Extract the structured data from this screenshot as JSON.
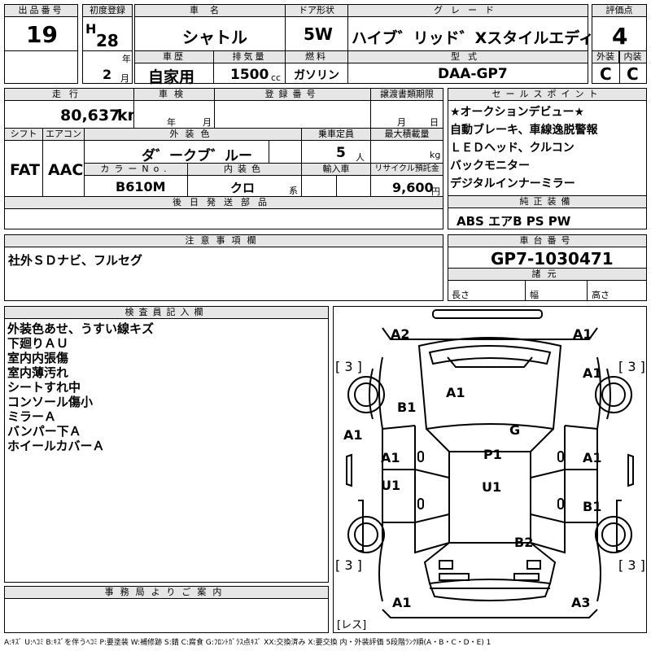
{
  "top": {
    "lot_label": "出品番号",
    "lot_value": "19",
    "first_reg_label": "初度登録",
    "era": "H",
    "year": "28",
    "year_unit": "年",
    "month": "2",
    "month_unit": "月",
    "name_label": "車名",
    "name_value": "シャトル",
    "door_label": "ドア形状",
    "door_value": "5W",
    "grade_label": "グレード",
    "grade_value": "ハイブ゛リッド゛Xスタイルエディション",
    "score_label": "評価点",
    "score_value": "4",
    "ext_label": "外装",
    "ext_value": "C",
    "int_label": "内装",
    "int_value": "C",
    "history_label": "車歴",
    "history_value": "自家用",
    "disp_label": "排気量",
    "disp_value": "1500",
    "disp_unit": "cc",
    "fuel_label": "燃料",
    "fuel_value": "ガソリン",
    "model_label": "型式",
    "model_value": "DAA-GP7"
  },
  "row2": {
    "mileage_label": "走行",
    "mileage_value": "80,637",
    "mileage_unit": "km",
    "inspection_label": "車検",
    "insp_year_unit": "年",
    "insp_month_unit": "月",
    "regno_label": "登録番号",
    "transfer_label": "譲渡書類期限",
    "transfer_month_unit": "月",
    "transfer_day_unit": "日",
    "shift_label": "シフト",
    "shift_value": "FAT",
    "ac_label": "エアコン",
    "ac_value": "AAC",
    "color_label": "外装色",
    "color_value": "ダ゛ークブ゛ルー",
    "capacity_label": "乗車定員",
    "capacity_value": "5",
    "capacity_unit": "人",
    "load_label": "最大積載量",
    "load_unit": "kg",
    "colorno_label": "カラーNo.",
    "colorno_value": "B610M",
    "intcolor_label": "内装色",
    "intcolor_value": "クロ",
    "intcolor_unit": "系",
    "import_label": "輸入車",
    "recycle_label": "リサイクル預託金",
    "recycle_value": "9,600",
    "recycle_unit": "円",
    "later_label": "後日発送部品"
  },
  "sales": {
    "label": "セールスポイント",
    "lines": [
      "★オークションデビュー★",
      "自動ブレーキ、車線逸脱警報",
      "ＬＥＤヘッド、クルコン",
      "バックモニター",
      "デジタルインナーミラー"
    ]
  },
  "equipment": {
    "label": "純正装備",
    "value": "ABS エアB PS PW"
  },
  "caution": {
    "label": "注意事項欄",
    "value": "社外ＳＤナビ、フルセグ"
  },
  "chassis": {
    "label": "車台番号",
    "value": "GP7-1030471"
  },
  "specs": {
    "label": "諸元",
    "length": "長さ",
    "width": "幅",
    "height": "高さ"
  },
  "inspector": {
    "label": "検査員記入欄",
    "lines": [
      "外装色あせ、うすい線キズ",
      "下廻りＡＵ",
      "室内内張傷",
      "室内薄汚れ",
      "シートすれ中",
      "コンソール傷小",
      "ミラーＡ",
      "バンパー下Ａ",
      "ホイールカバーＡ"
    ]
  },
  "office": {
    "label": "事務局よりご案内"
  },
  "diagram": {
    "marks": [
      "A2",
      "A1",
      "[ 3 ]",
      "[ 3 ]",
      "A1",
      "A1",
      "B1",
      "A1",
      "G",
      "A1",
      "A1",
      "P1",
      "A1",
      "U1",
      "U1",
      "B1",
      "B2",
      "[ 3 ]",
      "[ 3 ]",
      "A1",
      "A3",
      "[レス]"
    ]
  },
  "legend": "A:ｷｽﾞ U:ﾍｺﾐ B:ｷｽﾞを伴うﾍｺﾐ P:要塗装 W:補修跡 S:錆 C:腐食 G:ﾌﾛﾝﾄｶﾞﾗｽ点ｷｽﾞ XX:交換済み X:要交換 内・外装評価 5段階ﾗﾝｸ順(A・B・C・D・E) 1"
}
